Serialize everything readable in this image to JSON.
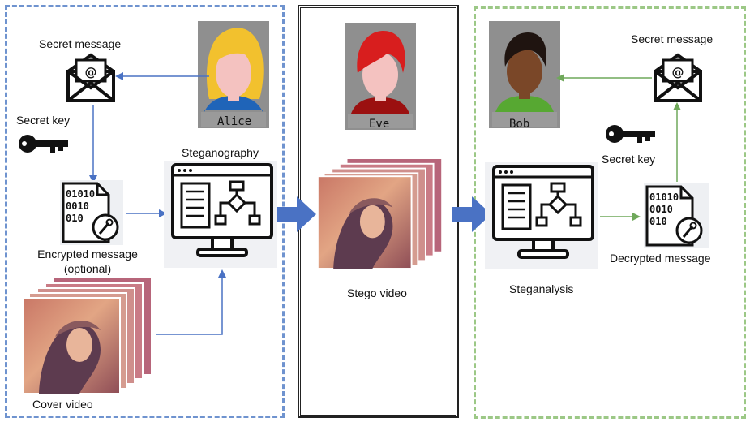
{
  "parties": {
    "alice": "Alice",
    "eve": "Eve",
    "bob": "Bob"
  },
  "left": {
    "secret_message": "Secret message",
    "secret_key": "Secret key",
    "steganography": "Steganography",
    "encrypted_message": "Encrypted message",
    "encrypted_optional": "(optional)",
    "cover_video": "Cover video",
    "binary_lines": [
      "01010",
      "0010",
      "010"
    ]
  },
  "middle": {
    "stego_video": "Stego video"
  },
  "right": {
    "secret_message": "Secret message",
    "secret_key": "Secret key",
    "steganalysis": "Steganalysis",
    "decrypted_message": "Decrypted message",
    "binary_lines": [
      "01010",
      "0010",
      "010"
    ]
  },
  "colors": {
    "left_border": "#6f93cf",
    "right_border": "#9cc886",
    "blue_arrow": "#4a72c4",
    "green_arrow": "#6fa85a",
    "big_arrow": "#4a72c4",
    "alice_hair": "#f2c12e",
    "eve_hair": "#d81e1e",
    "bob_shirt": "#57a832"
  },
  "icons": {
    "envelope": "envelope-at-icon",
    "key": "key-icon",
    "document": "binary-document-icon",
    "monitor": "flowchart-monitor-icon",
    "video": "video-frames-icon"
  }
}
